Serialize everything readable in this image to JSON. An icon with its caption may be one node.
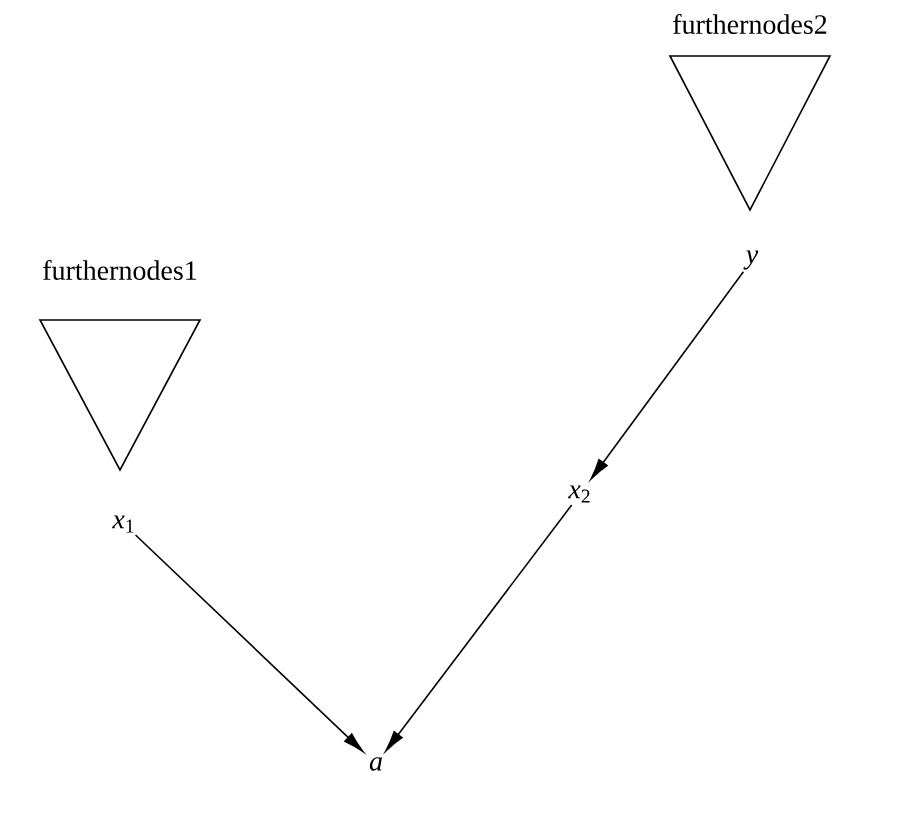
{
  "diagram": {
    "nodes": [
      {
        "text": [
          "furthernodes2"
        ]
      },
      {
        "text": [
          "y"
        ]
      },
      {
        "text": [
          "furthernodes1"
        ]
      },
      {
        "text": [
          "*x*$_{1}$"
        ]
      },
      {
        "text": [
          "*x*$_{2}$"
        ]
      },
      {
        "text": [
          "a"
        ]
      }
    ],
    "edges": [
      {
        "from": 1,
        "to": 4,
        "arrow": "to"
      },
      {
        "from": 3,
        "to": 5,
        "arrow": "to"
      },
      {
        "from": 4,
        "to": 5,
        "arrow": "to"
      }
    ]
  }
}
